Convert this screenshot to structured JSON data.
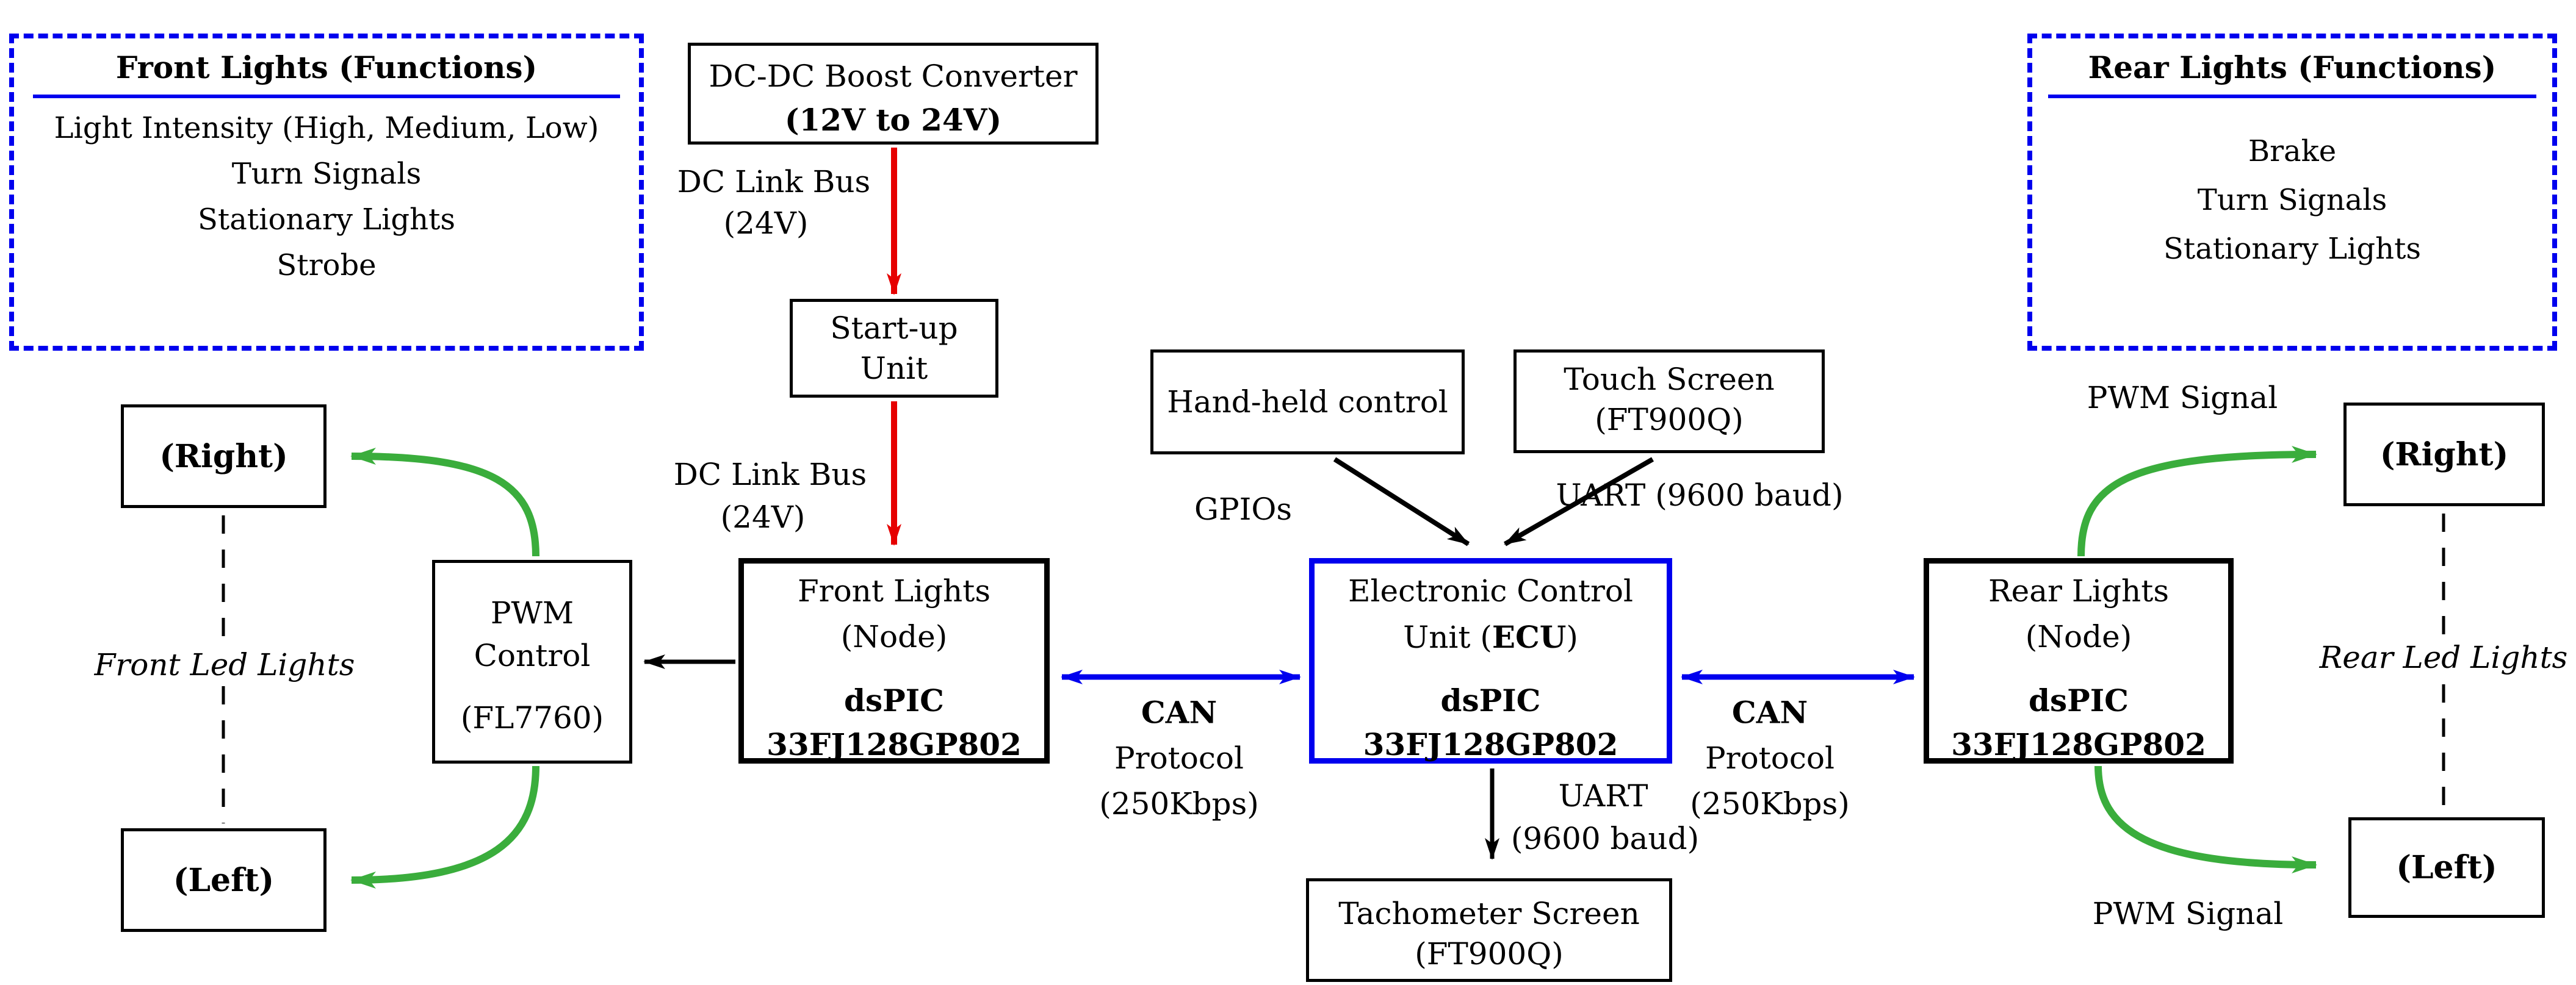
{
  "colors": {
    "accent_blue": "#0000ee",
    "arrow_red": "#e60000",
    "arrow_green": "#3aad3c",
    "line_black": "#000000",
    "background": "#ffffff"
  },
  "front_functions": {
    "title": "Front Lights (Functions)",
    "items": [
      "Light Intensity (High, Medium, Low)",
      "Turn Signals",
      "Stationary Lights",
      "Strobe"
    ]
  },
  "rear_functions": {
    "title": "Rear Lights (Functions)",
    "items": [
      "Brake",
      "Turn Signals",
      "Stationary Lights"
    ]
  },
  "boost": {
    "line1": "DC-DC Boost Converter",
    "line2": "(12V to 24V)"
  },
  "dc_link_top": {
    "line1": "DC Link Bus",
    "line2": "(24V)"
  },
  "dc_link_bottom": {
    "line1": "DC Link Bus",
    "line2": "(24V)"
  },
  "startup": {
    "line1": "Start-up",
    "line2": "Unit"
  },
  "handheld": {
    "label": "Hand-held control"
  },
  "touchscreen": {
    "line1": "Touch Screen",
    "line2": "(FT900Q)"
  },
  "gpios_label": "GPIOs",
  "uart_top_label": "UART (9600 baud)",
  "front_node": {
    "line1": "Front Lights",
    "line2": "(Node)",
    "chip1": "dsPIC",
    "chip2": "33FJ128GP802"
  },
  "ecu": {
    "line1": "Electronic Control",
    "line2_pre": "Unit (",
    "line2_bold": "ECU",
    "line2_post": ")",
    "chip1": "dsPIC",
    "chip2": "33FJ128GP802"
  },
  "rear_node": {
    "line1": "Rear Lights",
    "line2": "(Node)",
    "chip1": "dsPIC",
    "chip2": "33FJ128GP802"
  },
  "pwm_control": {
    "line1": "PWM",
    "line2": "Control",
    "line3": "(FL7760)"
  },
  "can_left": {
    "line1": "CAN",
    "line2": "Protocol",
    "line3": "(250Kbps)"
  },
  "can_right": {
    "line1": "CAN",
    "line2": "Protocol",
    "line3": "(250Kbps)"
  },
  "uart_down": {
    "line1": "UART",
    "line2": "(9600 baud)"
  },
  "tachometer": {
    "line1": "Tachometer Screen",
    "line2": "(FT900Q)"
  },
  "front_right_box": "(Right)",
  "front_left_box": "(Left)",
  "rear_right_box": "(Right)",
  "rear_left_box": "(Left)",
  "front_led_label": "Front Led Lights",
  "rear_led_label": "Rear Led Lights",
  "pwm_signal_top": "PWM Signal",
  "pwm_signal_bottom": "PWM Signal"
}
